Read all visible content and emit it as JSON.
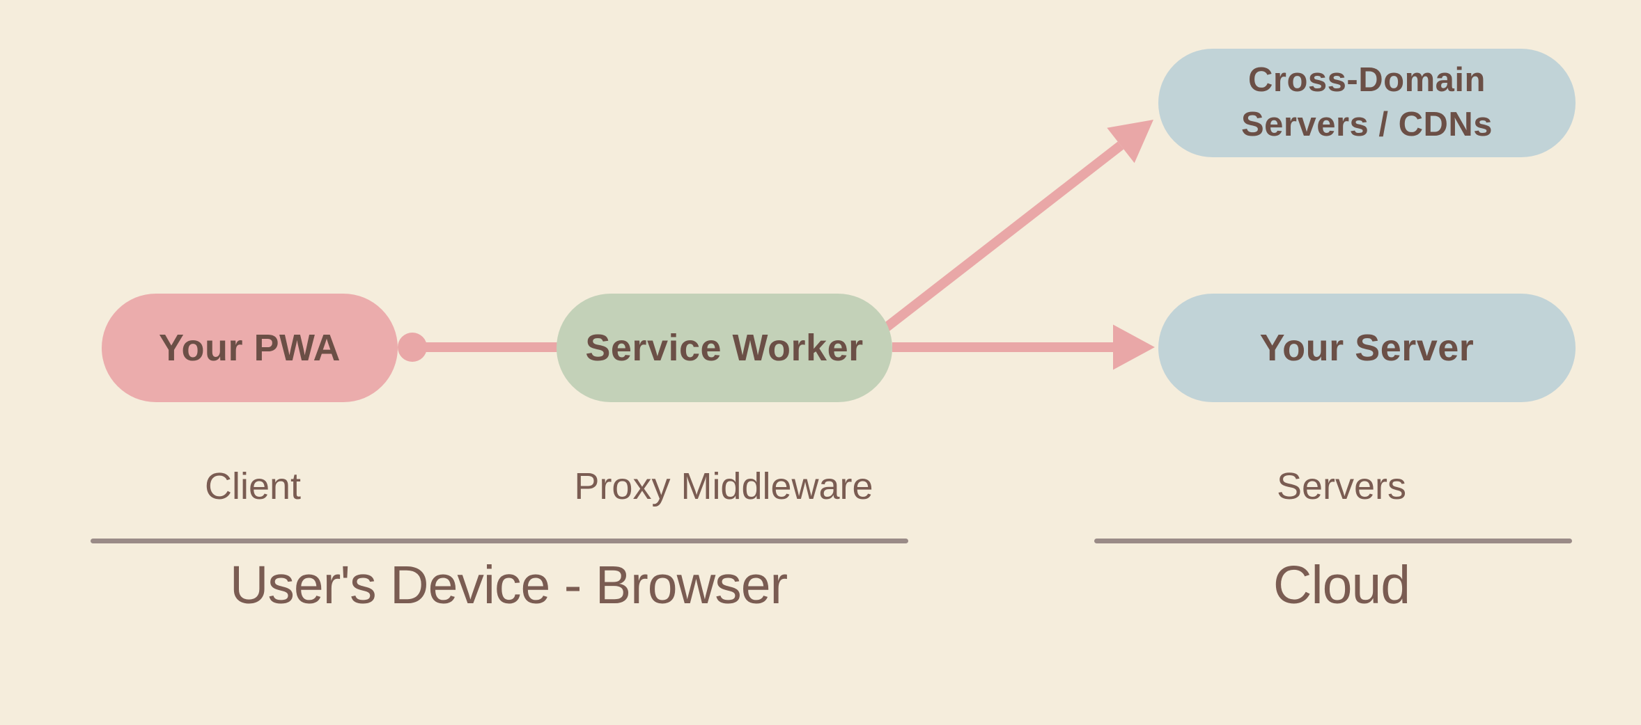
{
  "diagram": {
    "nodes": {
      "pwa": {
        "label": "Your PWA"
      },
      "service_worker": {
        "label": "Service Worker"
      },
      "cross_domain": {
        "label_line1": "Cross-Domain",
        "label_line2": "Servers / CDNs"
      },
      "your_server": {
        "label": "Your Server"
      }
    },
    "group_labels": {
      "client": "Client",
      "proxy": "Proxy Middleware",
      "servers": "Servers"
    },
    "captions": {
      "device": "User's Device - Browser",
      "cloud": "Cloud"
    },
    "colors": {
      "background": "#F5EDDC",
      "node_pink": "#EBACAC",
      "node_green": "#C3D1B8",
      "node_blue": "#C1D3D7",
      "arrow": "#E9A7A7",
      "text_bold": "#6B4F46",
      "text_light": "#7A5C52",
      "divider": "#9A8B87"
    }
  }
}
